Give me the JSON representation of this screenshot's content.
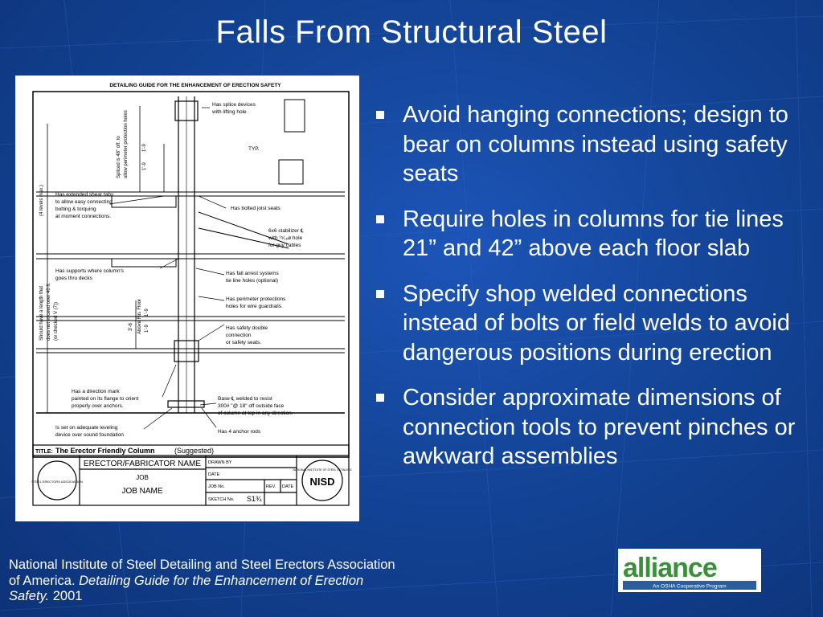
{
  "slide": {
    "title": "Falls From Structural Steel"
  },
  "figure": {
    "header": "DETAILING GUIDE FOR THE ENHANCEMENT OF ERECTION SAFETY",
    "notes": [
      "Has splice devices",
      "with lifting hole",
      "TYP.",
      "Has extended shear tabs",
      "to allow easy connecting",
      "bolting & torquing",
      "at moment connections.",
      "Has bolted joist seats",
      "6x6 stabilizer ℄",
      "with ¹⁵⁄₁₆ø hole",
      "for guy cables",
      "Has supports where column's",
      "goes thru decks",
      "Has fall arrest systems",
      "tie line holes (optional)",
      "Has perimeter protections",
      "holes for wire guardrails.",
      "Has safety double",
      "connection",
      "or safety seats.",
      "Has a direction mark",
      "painted on its flange to orient",
      "properly over anchors.",
      "Base ℄ welded to resist",
      "300# \"@ 18\" off outside face",
      "of column at top in any direction.",
      "Is set on adequate leveling",
      "device over sound foundation",
      "Has 4 anchor rods"
    ],
    "dims": {
      "splice": "Spliced is 48\" off. to",
      "splice2": "allow perimeter protection holes",
      "d1": "1'-9",
      "d2": "1'-9",
      "length": "Should have a length that",
      "length2": "does not exceed over 40 ft.",
      "length3": "(or checked V (7))",
      "levels": "(4 levels max.)",
      "d3": "3'-6",
      "d4": "1'-9",
      "d5": "1'-9",
      "above": "Above Fin. Floor"
    },
    "title_label": "TITLE:",
    "title_value": "The Erector Friendly Column",
    "suggested": "(Suggested)",
    "erector": "ERECTOR/FABRICATOR NAME",
    "job": "JOB",
    "job_name": "JOB NAME",
    "drawn_by": "DRAWN BY",
    "date": "DATE",
    "job_no": "JOB No.",
    "rev": "REV.",
    "date2": "DATE",
    "sketch_no": "SKETCH No.",
    "sketch_val": "S1¾",
    "seal_left": "STEEL ERECTORS ASSOCIATION",
    "seal_right": "NATIONAL INSTITUTE OF STEEL DETAILING",
    "seal_right_mono": "NISD"
  },
  "bullets": [
    "Avoid hanging connections; design to bear on columns instead using safety seats",
    "Require holes in columns for tie lines 21” and 42” above each floor slab",
    "Specify shop welded connections instead of bolts or field welds to avoid dangerous positions during erection",
    "Consider approximate dimensions of connection tools to prevent pinches or awkward assemblies"
  ],
  "citation": {
    "authors": "National Institute of Steel Detailing and Steel Erectors Association of America.",
    "work": "Detailing Guide for the Enhancement of Erection Safety.",
    "year": "2001"
  },
  "logo": {
    "word": "alliance",
    "tagline": "An OSHA Cooperative Program"
  },
  "colors": {
    "logo_green": "#3a8f3a",
    "logo_blue": "#1e6fb5",
    "logo_bar": "#2a5f9e"
  }
}
